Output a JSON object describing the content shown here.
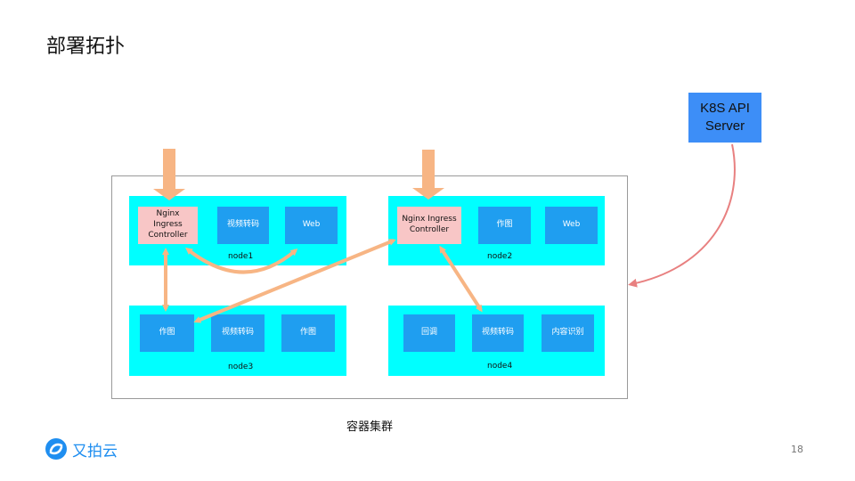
{
  "slide": {
    "title": "部署拓扑",
    "page_number": "18"
  },
  "cluster": {
    "label": "容器集群"
  },
  "k8s": {
    "line1": "K8S API",
    "line2": "Server",
    "color": "#3d8ef7"
  },
  "nodes": {
    "node1": {
      "label": "node1",
      "services": [
        "Nginx Ingress Controller",
        "视频转码",
        "Web"
      ]
    },
    "node2": {
      "label": "node2",
      "services": [
        "Nginx Ingress Controller",
        "作图",
        "Web"
      ]
    },
    "node3": {
      "label": "node3",
      "services": [
        "作图",
        "视频转码",
        "作图"
      ]
    },
    "node4": {
      "label": "node4",
      "services": [
        "回调",
        "视频转码",
        "内容识别"
      ]
    }
  },
  "brand": {
    "name": "又拍云",
    "color": "#1f8ef0"
  },
  "colors": {
    "node_bg": "#00ffff",
    "service_bg": "#1f9ef0",
    "ingress_bg": "#f8c6c6",
    "arrow": "#f7b584",
    "api_arrow": "#e88080"
  }
}
